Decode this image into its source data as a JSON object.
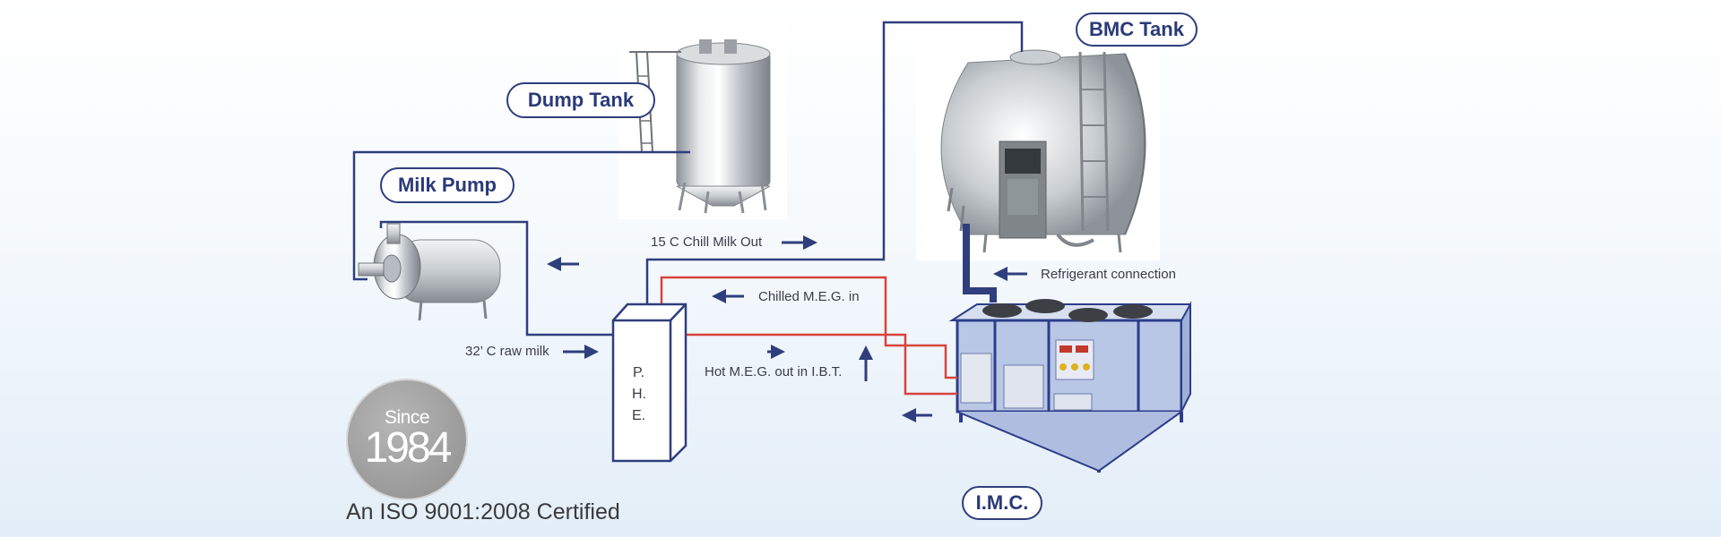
{
  "labels": {
    "dump_tank": "Dump Tank",
    "milk_pump": "Milk Pump",
    "bmc_tank": "BMC Tank",
    "imc": "I.M.C."
  },
  "flows": {
    "chill_milk_out": "15 C Chill Milk Out",
    "raw_milk": "32’ C raw milk",
    "chilled_meg_in": "Chilled M.E.G. in",
    "hot_meg_out": "Hot M.E.G. out in I.B.T.",
    "refrigerant": "Refrigerant connection"
  },
  "phe": {
    "letters": [
      "P.",
      "H.",
      "E."
    ]
  },
  "badge": {
    "since_word": "Since",
    "since_year": "1984"
  },
  "certification": "An ISO 9001:2008 Certified",
  "colors": {
    "milk_line": "#2f3e7d",
    "meg_line": "#d8443c",
    "label_border": "#2f3e7d",
    "label_text": "#2a3a78",
    "chiller_body": "#b9c7e6",
    "chiller_frame": "#2d3d8a"
  }
}
